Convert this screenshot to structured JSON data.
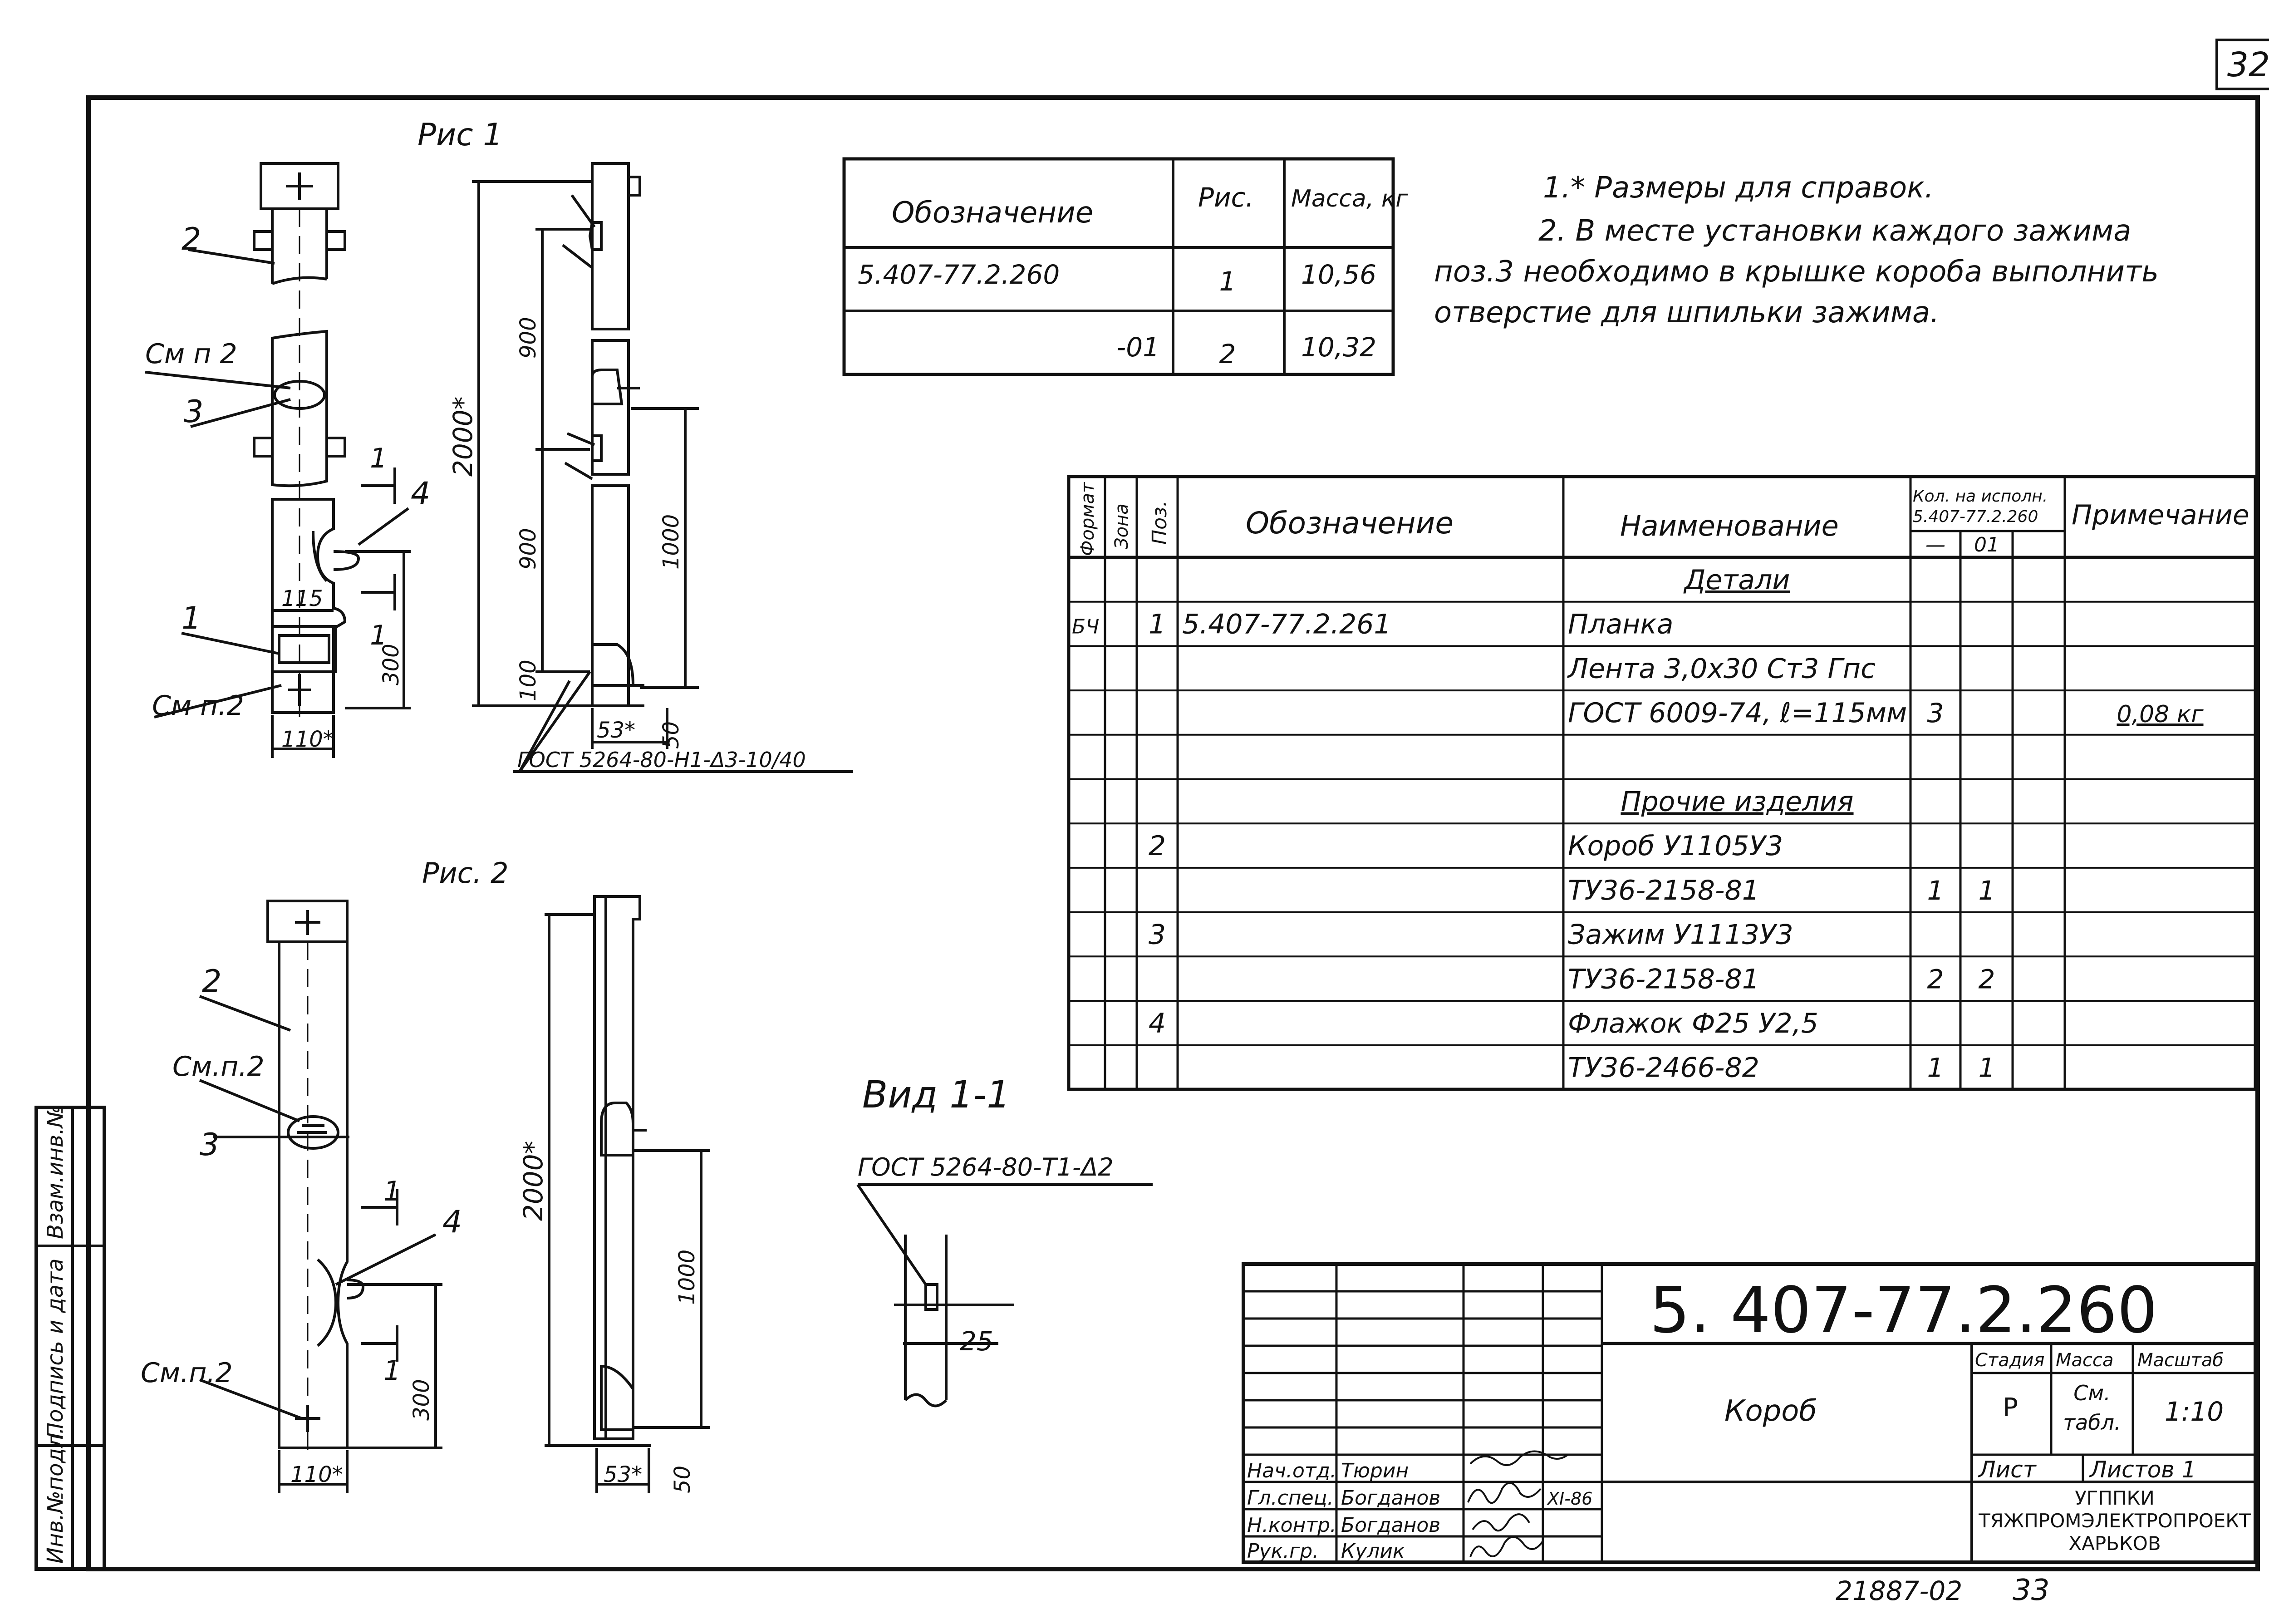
{
  "page_number": "32",
  "bottom_code": "21887-02",
  "bottom_page": "33",
  "fig1": {
    "title": "Рис 1",
    "labels": {
      "pos2": "2",
      "see1": "См п 2",
      "pos3": "3",
      "sect1": "1",
      "pos4": "4",
      "pos1": "1",
      "see2": "См п.2",
      "sect1b": "1"
    },
    "dims": {
      "w115": "115",
      "w110": "110*",
      "h300": "300",
      "h2000": "2000*",
      "h900a": "900",
      "h900b": "900",
      "h100": "100",
      "h1000": "1000",
      "w53": "53*",
      "w50": "50"
    },
    "weld": "ГОСТ 5264-80-Н1-Δ3-10/40"
  },
  "fig2": {
    "title": "Рис. 2",
    "labels": {
      "pos2": "2",
      "see1": "См.п.2",
      "pos3": "3",
      "sect1": "1",
      "pos4": "4",
      "sect1b": "1",
      "see2": "См.п.2"
    },
    "dims": {
      "w110": "110*",
      "h300": "300",
      "h2000": "2000*",
      "h1000": "1000",
      "w53": "53*",
      "w50": "50"
    }
  },
  "view": {
    "title": "Вид 1-1",
    "weld": "ГОСТ 5264-80-Т1-Δ2",
    "dim": "25"
  },
  "variants_table": {
    "headers": [
      "Обозначение",
      "Рис.",
      "Масса, кг"
    ],
    "rows": [
      [
        "5.407-77.2.260",
        "1",
        "10,56"
      ],
      [
        "-01",
        "2",
        "10,32"
      ]
    ]
  },
  "notes": [
    "1.* Размеры для справок.",
    "2. В месте установки каждого зажима",
    "поз.3 необходимо в крышке короба выполнить",
    "отверстие для шпильки зажима."
  ],
  "spec_table": {
    "headers": {
      "format": "Формат",
      "zone": "Зона",
      "pos": "Поз.",
      "designation": "Обозначение",
      "name": "Наименование",
      "qty": "Кол. на исполн.",
      "qty_doc": "5.407-77.2.260",
      "qty_a": "—",
      "qty_b": "01",
      "note": "Примечание"
    },
    "rows": [
      {
        "format": "",
        "pos": "",
        "designation": "",
        "name": "Детали",
        "heading": true,
        "qa": "",
        "qb": "",
        "note": ""
      },
      {
        "format": "БЧ",
        "pos": "1",
        "designation": "5.407-77.2.261",
        "name": "Планка",
        "qa": "",
        "qb": "",
        "note": ""
      },
      {
        "format": "",
        "pos": "",
        "designation": "",
        "name": "Лента 3,0х30 Ст3 Гпс",
        "qa": "",
        "qb": "",
        "note": ""
      },
      {
        "format": "",
        "pos": "",
        "designation": "",
        "name": "ГОСТ 6009-74, ℓ=115мм",
        "qa": "3",
        "qb": "",
        "note": "0,08 кг"
      },
      {
        "format": "",
        "pos": "",
        "designation": "",
        "name": "",
        "qa": "",
        "qb": "",
        "note": ""
      },
      {
        "format": "",
        "pos": "",
        "designation": "",
        "name": "Прочие изделия",
        "heading": true,
        "qa": "",
        "qb": "",
        "note": ""
      },
      {
        "format": "",
        "pos": "2",
        "designation": "",
        "name": "Короб У1105У3",
        "qa": "",
        "qb": "",
        "note": ""
      },
      {
        "format": "",
        "pos": "",
        "designation": "",
        "name": "ТУ36-2158-81",
        "qa": "1",
        "qb": "1",
        "note": ""
      },
      {
        "format": "",
        "pos": "3",
        "designation": "",
        "name": "Зажим У1113У3",
        "qa": "",
        "qb": "",
        "note": ""
      },
      {
        "format": "",
        "pos": "",
        "designation": "",
        "name": "ТУ36-2158-81",
        "qa": "2",
        "qb": "2",
        "note": ""
      },
      {
        "format": "",
        "pos": "4",
        "designation": "",
        "name": "Флажок Ф25 У2,5",
        "qa": "",
        "qb": "",
        "note": ""
      },
      {
        "format": "",
        "pos": "",
        "designation": "",
        "name": "ТУ36-2466-82",
        "qa": "1",
        "qb": "1",
        "note": ""
      }
    ]
  },
  "title_block": {
    "code": "5. 407-77.2.260",
    "name": "Короб",
    "stage_label": "Стадия",
    "mass_label": "Масса",
    "scale_label": "Масштаб",
    "stage": "Р",
    "mass_1": "См.",
    "mass_2": "табл.",
    "scale": "1:10",
    "sheet_label": "Лист",
    "sheets_label": "Листов 1",
    "org_1": "УГППКИ",
    "org_2": "ТЯЖПРОМЭЛЕКТРОПРОЕКТ",
    "org_3": "ХАРЬКОВ",
    "date": "XI-86",
    "people": [
      {
        "role": "Нач.отд.",
        "name": "Тюрин"
      },
      {
        "role": "Гл.спец.",
        "name": "Богданов"
      },
      {
        "role": "Н.контр.",
        "name": "Богданов"
      },
      {
        "role": "Рук.гр.",
        "name": "Кулик"
      }
    ]
  },
  "side_stamp": {
    "inv": "Инв.№подл.",
    "sign": "Подпись и дата",
    "vzam": "Взам.инв.№"
  }
}
